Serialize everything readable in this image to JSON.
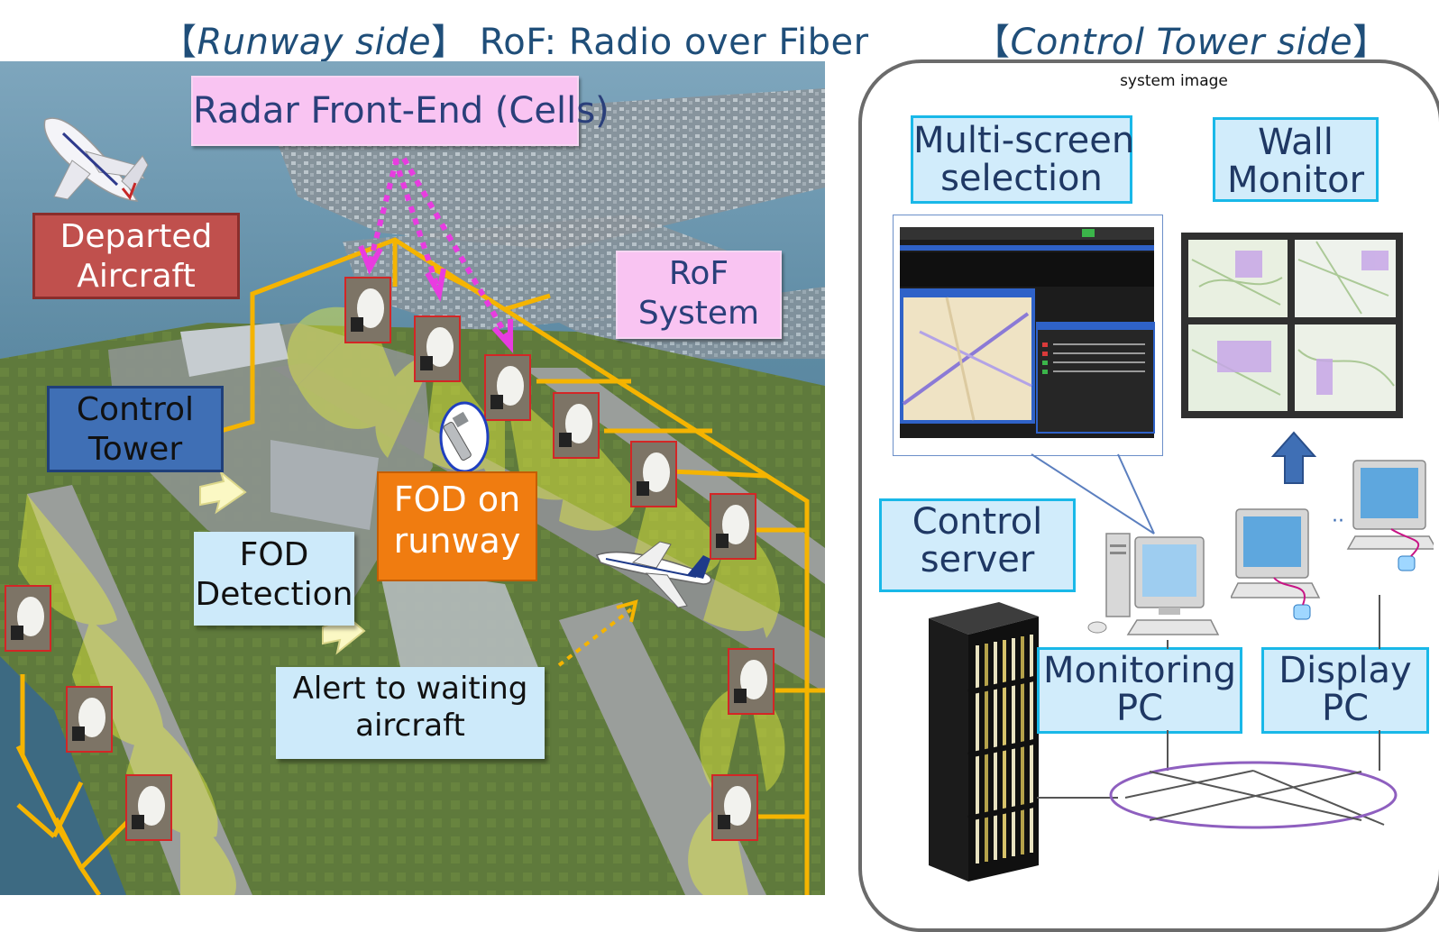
{
  "header": {
    "left_side": "Runway side",
    "left_rest": "RoF: Radio over Fiber",
    "right_side": "Control Tower side",
    "bracket_open": "【",
    "bracket_close": "】"
  },
  "runway": {
    "radar_frontend": "Radar Front-End (Cells)",
    "departed_line1": "Departed",
    "departed_line2": "Aircraft",
    "rof_line1": "RoF",
    "rof_line2": "System",
    "control_tower_line1": "Control",
    "control_tower_line2": "Tower",
    "fod_runway_line1": "FOD on",
    "fod_runway_line2": "runway",
    "fod_detection_line1": "FOD",
    "fod_detection_line2": "Detection",
    "alert_line1": "Alert to waiting",
    "alert_line2": "aircraft"
  },
  "tower": {
    "system_image": "system image",
    "multiscreen_line1": "Multi-screen",
    "multiscreen_line2": "selection",
    "wall_line1": "Wall",
    "wall_line2": "Monitor",
    "control_server_line1": "Control",
    "control_server_line2": "server",
    "monitoring_line1": "Monitoring",
    "monitoring_line2": "PC",
    "display_line1": "Display",
    "display_line2": "PC",
    "dots": "·· "
  },
  "colors": {
    "fiber": "#f5b400",
    "label_blue": "#1f3864",
    "border_blue": "#19b8e8",
    "pink": "#f9c4f2",
    "departed": "#c0504d",
    "tower_blue": "#3f6fb5",
    "fod_orange": "#f07c10",
    "beam": "#e8f040",
    "network_ring": "#8e5fbf"
  }
}
